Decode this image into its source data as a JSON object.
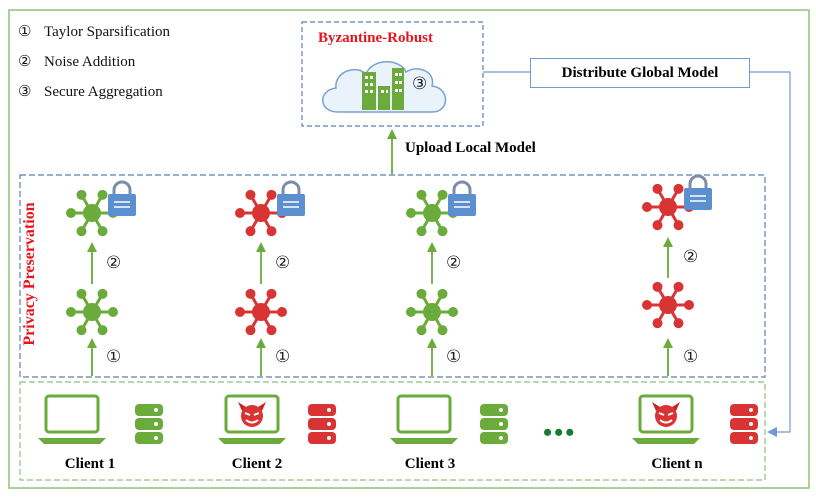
{
  "legend": [
    {
      "num": "①",
      "text": "Taylor Sparsification"
    },
    {
      "num": "②",
      "text": "Noise Addition"
    },
    {
      "num": "③",
      "text": "Secure Aggregation"
    }
  ],
  "server": {
    "title": "Byzantine-Robust",
    "step": "③"
  },
  "arrows": {
    "upload": "Upload Local Model",
    "distribute": "Distribute Global Model"
  },
  "privacy_label": "Privacy Preservation",
  "steps": {
    "sparsify": "①",
    "noise": "②"
  },
  "clients": [
    {
      "label": "Client 1",
      "malicious": false
    },
    {
      "label": "Client 2",
      "malicious": true
    },
    {
      "label": "Client 3",
      "malicious": false
    },
    {
      "label": "Client n",
      "malicious": true
    }
  ],
  "ellipsis": "•••",
  "colors": {
    "benign": "#6aab3c",
    "malicious": "#d93434",
    "accent_red": "#e8141c",
    "border_green": "#8fc27a",
    "border_blue": "#6f9bd1",
    "lock": "#5b8fd0"
  },
  "icons": [
    "cloud-icon",
    "building-icon",
    "network-model-icon",
    "lock-icon",
    "laptop-icon",
    "database-icon",
    "devil-icon"
  ]
}
